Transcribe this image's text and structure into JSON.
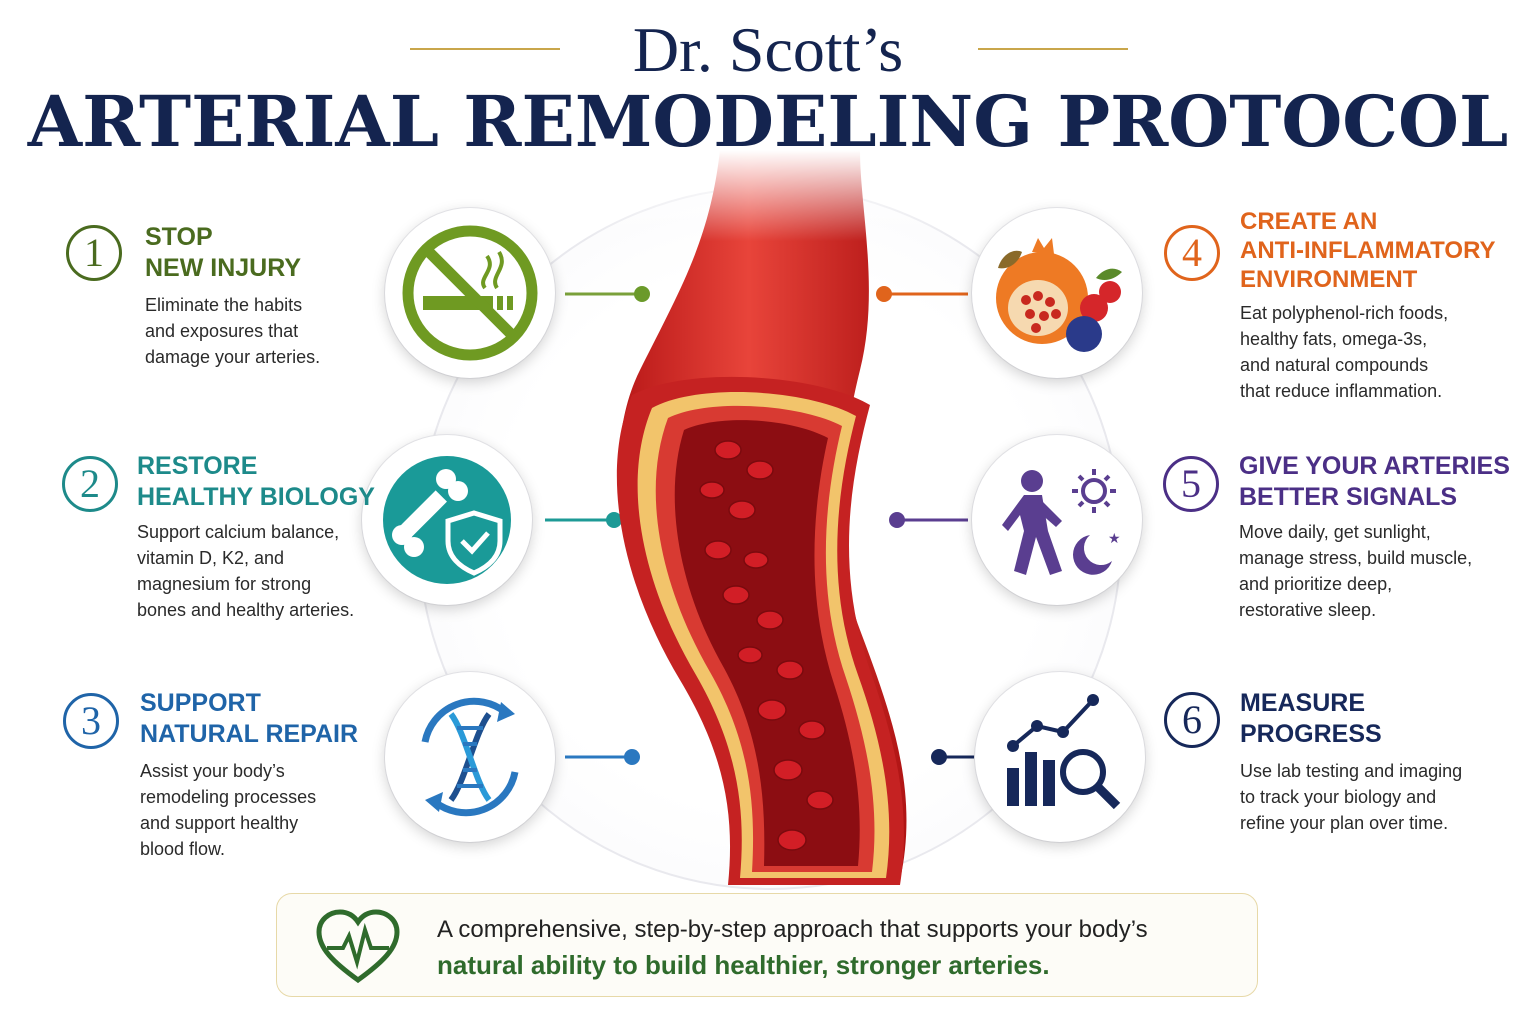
{
  "header": {
    "title_top": "Dr. Scott’s",
    "title_main": "ARTERIAL REMODELING PROTOCOL"
  },
  "steps": [
    {
      "number": "1",
      "color": "#4a6b1f",
      "title_lines": [
        "STOP",
        "NEW INJURY"
      ],
      "desc_lines": [
        "Eliminate the habits",
        "and exposures that",
        "damage your arteries."
      ],
      "icon": "no-smoking-icon"
    },
    {
      "number": "2",
      "color": "#1d8a8a",
      "title_lines": [
        "RESTORE",
        "HEALTHY BIOLOGY"
      ],
      "desc_lines": [
        "Support calcium balance,",
        "vitamin D, K2, and",
        "magnesium for strong",
        "bones and healthy arteries."
      ],
      "icon": "bone-shield-icon"
    },
    {
      "number": "3",
      "color": "#1f64a8",
      "title_lines": [
        "SUPPORT",
        "NATURAL REPAIR"
      ],
      "desc_lines": [
        "Assist your body’s",
        "remodeling processes",
        "and support healthy",
        "blood flow."
      ],
      "icon": "dna-cycle-icon"
    },
    {
      "number": "4",
      "color": "#e0641c",
      "title_lines": [
        "CREATE AN",
        "ANTI-INFLAMMATORY",
        "ENVIRONMENT"
      ],
      "desc_lines": [
        "Eat polyphenol-rich foods,",
        "healthy fats, omega-3s,",
        "and natural compounds",
        "that reduce inflammation."
      ],
      "icon": "fruit-icon"
    },
    {
      "number": "5",
      "color": "#4b2f86",
      "title_lines": [
        "GIVE YOUR ARTERIES",
        "BETTER SIGNALS"
      ],
      "desc_lines": [
        "Move daily, get sunlight,",
        "manage stress, build muscle,",
        "and prioritize deep,",
        "restorative sleep."
      ],
      "icon": "walk-sun-moon-icon"
    },
    {
      "number": "6",
      "color": "#16285a",
      "title_lines": [
        "MEASURE",
        "PROGRESS"
      ],
      "desc_lines": [
        "Use lab testing and imaging",
        "to track your biology and",
        "refine your plan over time."
      ],
      "icon": "chart-magnifier-icon"
    }
  ],
  "banner": {
    "line1": "A comprehensive, step-by-step approach that supports your body’s",
    "line2": "natural ability to build healthier, stronger arteries.",
    "icon": "heart-pulse-icon"
  }
}
